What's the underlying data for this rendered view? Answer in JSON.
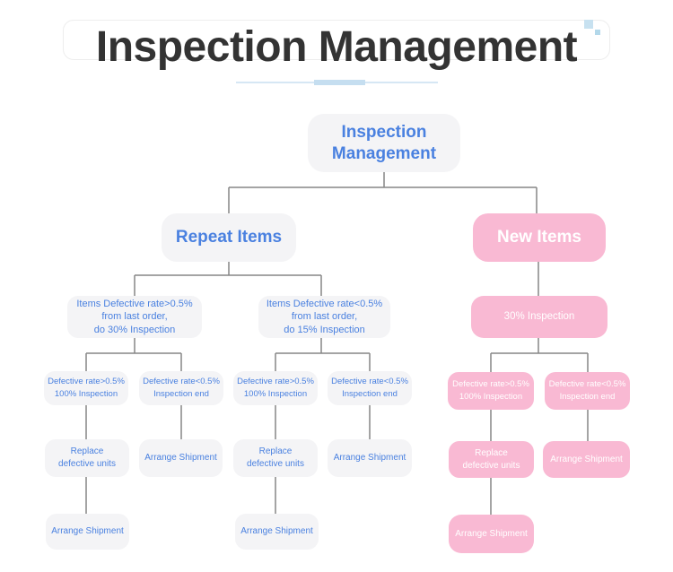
{
  "header": {
    "title": "Inspection Management"
  },
  "colors": {
    "title": "#333333",
    "blue": "#4a81e0",
    "pink": "#f9b9d3",
    "node_bg": "#f4f4f6",
    "connector": "#868686",
    "accent_square_1": "#c7e1f0",
    "accent_square_2": "#b3d8ea",
    "underline_thin": "#d6e7f4",
    "underline_thick": "#c5def0"
  },
  "diagram": {
    "nodes": {
      "root": {
        "label": "Inspection\nManagement"
      },
      "repeat": {
        "label": "Repeat Items"
      },
      "new_items": {
        "label": "New Items"
      },
      "repeat_gt": {
        "label": "Items Defective rate>0.5%\nfrom last order,\ndo 30% Inspection"
      },
      "repeat_lt": {
        "label": "Items Defective rate<0.5%\nfrom last order,\ndo 15% Inspection"
      },
      "new_inspect": {
        "label": "30% Inspection"
      },
      "repeat_gt_high": {
        "label": "Defective rate>0.5%\n100% Inspection"
      },
      "repeat_gt_low": {
        "label": "Defective rate<0.5%\nInspection end"
      },
      "repeat_lt_high": {
        "label": "Defective rate>0.5%\n100% Inspection"
      },
      "repeat_lt_low": {
        "label": "Defective rate<0.5%\nInspection end"
      },
      "new_high": {
        "label": "Defective rate>0.5%\n100% Inspection"
      },
      "new_low": {
        "label": "Defective rate<0.5%\nInspection end"
      },
      "repeat_gt_replace": {
        "label": "Replace\ndefective units"
      },
      "repeat_gt_arrange": {
        "label": "Arrange Shipment"
      },
      "repeat_lt_replace": {
        "label": "Replace\ndefective units"
      },
      "repeat_lt_arrange": {
        "label": "Arrange Shipment"
      },
      "new_replace": {
        "label": "Replace\ndefective units"
      },
      "new_arrange": {
        "label": "Arrange Shipment"
      },
      "repeat_gt_arrange2": {
        "label": "Arrange Shipment"
      },
      "repeat_lt_arrange2": {
        "label": "Arrange Shipment"
      },
      "new_arrange2": {
        "label": "Arrange Shipment"
      }
    }
  }
}
